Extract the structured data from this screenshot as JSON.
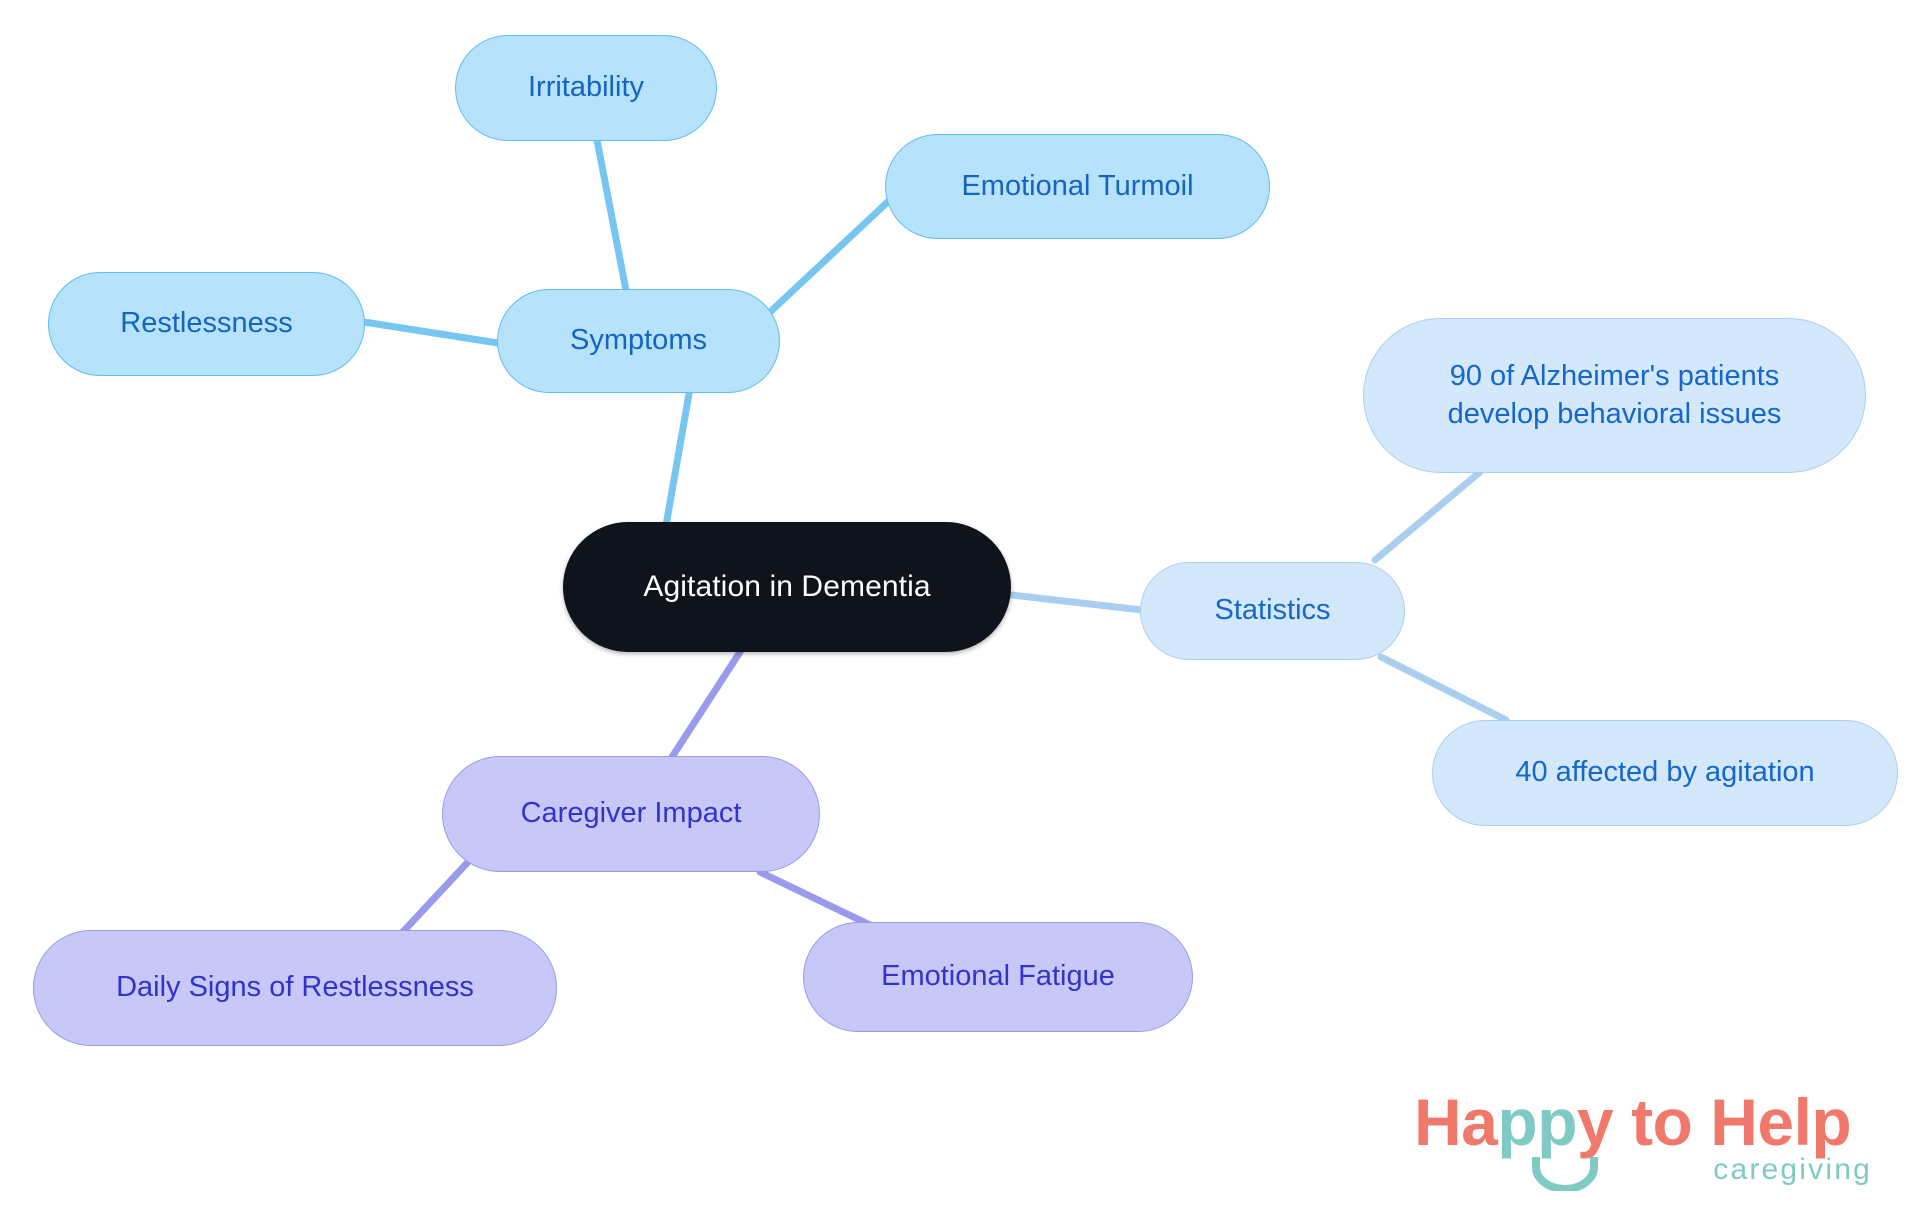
{
  "diagram": {
    "type": "mindmap",
    "title": "Agitation in Dementia",
    "root": {
      "id": "root",
      "label": "Agitation in Dementia"
    },
    "branches": [
      {
        "id": "symptoms",
        "label": "Symptoms",
        "color_fill": "#b6e2fb",
        "color_border": "#62bdf0",
        "color_text": "#1565c0",
        "color_edge": "#77c6f2",
        "children": [
          {
            "id": "irritability",
            "label": "Irritability"
          },
          {
            "id": "emotional-turmoil",
            "label": "Emotional Turmoil"
          },
          {
            "id": "restlessness",
            "label": "Restlessness"
          }
        ]
      },
      {
        "id": "statistics",
        "label": "Statistics",
        "color_fill": "#d3e8fb",
        "color_border": "#a9cef0",
        "color_text": "#1566cf",
        "color_edge": "#a9cef0",
        "children": [
          {
            "id": "stat-90",
            "label": "90 of Alzheimer's patients\ndevelop behavioral issues"
          },
          {
            "id": "stat-40",
            "label": "40 affected by agitation"
          }
        ]
      },
      {
        "id": "caregiver-impact",
        "label": "Caregiver Impact",
        "color_fill": "#c8c8f8",
        "color_border": "#9a9aec",
        "color_text": "#3232cd",
        "color_edge": "#9a9aec",
        "children": [
          {
            "id": "daily-signs",
            "label": "Daily Signs of Restlessness"
          },
          {
            "id": "emotional-fatigue",
            "label": "Emotional Fatigue"
          }
        ]
      }
    ]
  },
  "logo": {
    "word_happy_ha": "Ha",
    "word_happy_pp": "pp",
    "word_happy_y": "y",
    "word_to_help": " to Help",
    "subtitle": "caregiving",
    "color_coral": "#F0796B",
    "color_teal": "#7FCBC4"
  }
}
